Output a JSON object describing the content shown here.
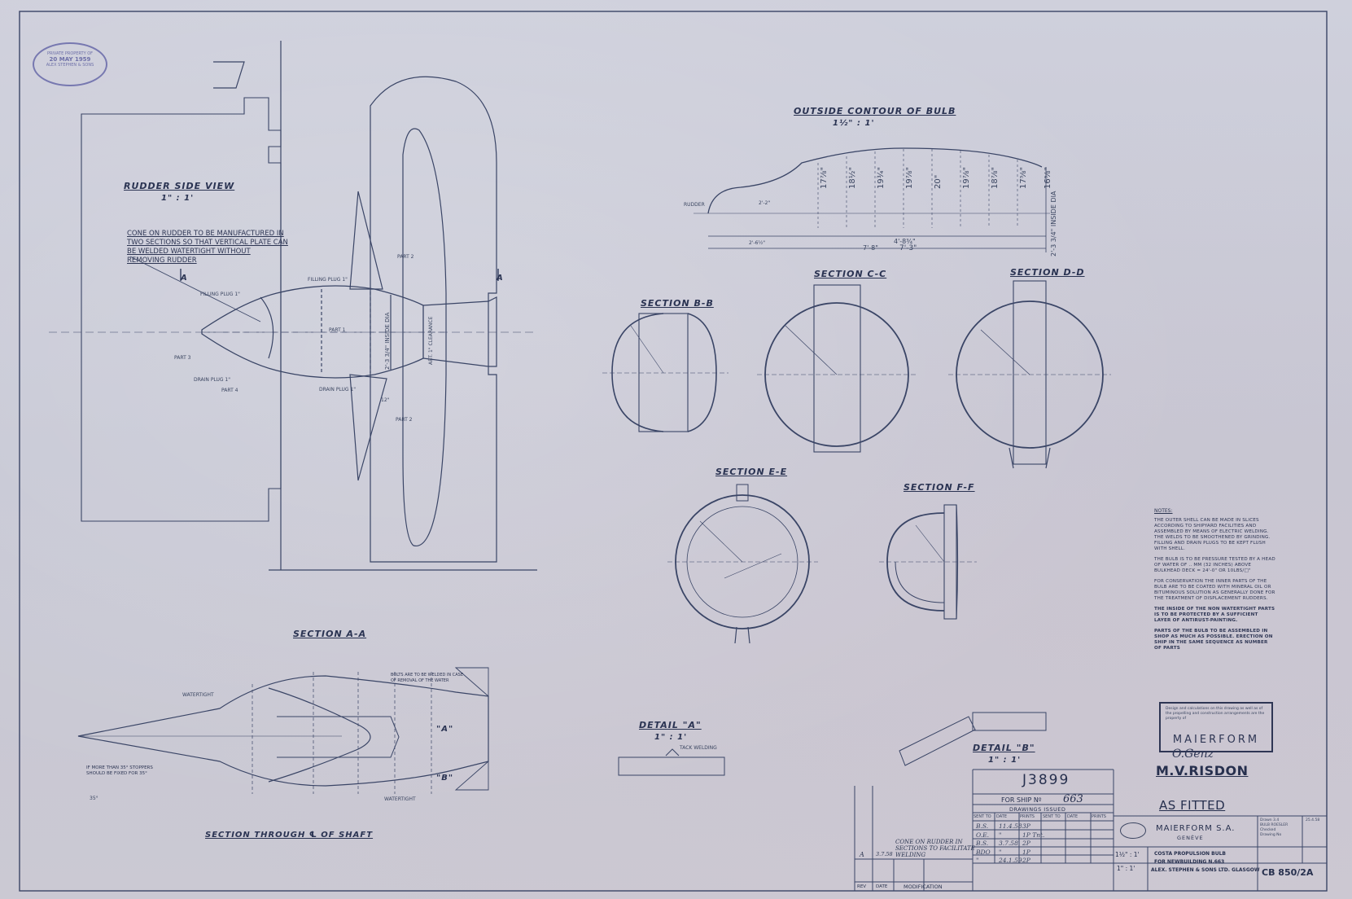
{
  "stamp": {
    "line1": "PRIVATE PROPERTY OF",
    "date": "20 MAY 1959",
    "line3": "ALEX STEPHEN & SONS"
  },
  "rudder_side_view": {
    "title": "RUDDER SIDE VIEW",
    "scale": "1\" : 1'",
    "note": "CONE ON RUDDER TO BE MANUFACTURED IN\nTWO SECTIONS SO THAT VERTICAL PLATE CAN\nBE WELDED WATERTIGHT WITHOUT\nREMOVING RUDDER",
    "markA1": "A",
    "markA2": "A",
    "part1": "PART 1",
    "part2": "PART 2",
    "part3": "PART 3",
    "part4": "PART 4",
    "part2b": "PART 2",
    "filling_plug": "FILLING PLUG 1\"",
    "drain_plug": "DRAIN PLUG 1\"",
    "filling_plug2": "FILLING PLUG 1\"",
    "drain_plug2": "DRAIN PLUG 1\"",
    "dia_label": "2'-3 3/4\" INSIDE DIA",
    "shaft_label": "ABT. 1\" CLEARANCE",
    "dim_12": "12\""
  },
  "outside_contour": {
    "title": "OUTSIDE CONTOUR OF BULB",
    "scale": "1½\" : 1'",
    "rudder": "RUDDER",
    "dims": [
      "17⅞\"",
      "18½\"",
      "19¾\"",
      "19⅞\"",
      "20\"",
      "19⅞\"",
      "18⅞\"",
      "17⅝\"",
      "16⅝\""
    ],
    "total1": "7'-8\"",
    "total2": "7'-3\"",
    "sub": "4'-8¾\"",
    "inside_dia": "2'-3 3/4\" INSIDE DIA",
    "side1": "2'-2\"",
    "side2": "2'-6½\""
  },
  "sections": {
    "bb": {
      "title": "SECTION B-B"
    },
    "cc": {
      "title": "SECTION C-C"
    },
    "dd": {
      "title": "SECTION D-D"
    },
    "ee": {
      "title": "SECTION E-E"
    },
    "ff": {
      "title": "SECTION F-F"
    },
    "aa": {
      "title": "SECTION A-A"
    }
  },
  "section_shaft": {
    "title": "SECTION THROUGH ℄ OF SHAFT",
    "watertight": "WATERTIGHT",
    "watertight2": "WATERTIGHT",
    "stopper": "IF MORE THAN 35° STOPPERS\nSHOULD BE FIXED FOR 35°",
    "angle": "35°",
    "mark_a": "\"A\"",
    "mark_b": "\"B\"",
    "note_bolts": "BOLTS ARE TO BE WELDED IN CASE\nOF REMOVAL OF THE WATER"
  },
  "detail_a": {
    "title": "DETAIL \"A\"",
    "scale": "1\" : 1'",
    "note": "TACK WELDING"
  },
  "detail_b": {
    "title": "DETAIL \"B\"",
    "scale": "1\" : 1'"
  },
  "notes": {
    "title": "NOTES:",
    "items": [
      "THE OUTER SHELL CAN BE MADE IN SLICES ACCORDING TO SHIPYARD FACILITIES AND ASSEMBLED BY MEANS OF ELECTRIC WELDING. THE WELDS TO BE SMOOTHENED BY GRINDING. FILLING AND DRAIN PLUGS TO BE KEPT FLUSH WITH SHELL.",
      "THE BULB IS TO BE PRESSURE TESTED BY A HEAD OF WATER OF .. mm (32 inches) ABOVE BULKHEAD DECK = 24'-0\" OR 10LBS/□\"",
      "FOR CONSERVATION THE INNER PARTS OF THE BULB ARE TO BE COATED WITH MINERAL OIL OR BITUMINOUS SOLUTION AS GENERALLY DONE FOR THE TREATMENT OF DISPLACEMENT RUDDERS.",
      "THE INSIDE OF THE NON WATERTIGHT PARTS IS TO BE PROTECTED BY A SUFFICIENT LAYER OF ANTIRUST-PAINTING.",
      "PARTS OF THE BULB TO BE ASSEMBLED IN SHOP AS MUCH AS POSSIBLE. ERECTION ON SHIP IN THE SAME SEQUENCE AS NUMBER OF PARTS"
    ]
  },
  "maierform_box": {
    "fine": "Design and calculations on this drawing as well as of the propelling and construction arrangements are the property of",
    "brand": "MAIERFORM"
  },
  "signature": "O.Genz",
  "ship_name": "M.V.RISDON",
  "as_fitted": "AS FITTED",
  "title_block": {
    "job": "J3899",
    "for_ship_label": "FOR SHIP Nº",
    "for_ship_no": "663",
    "drawings_issued": "DRAWINGS ISSUED",
    "cols": [
      "SENT TO",
      "DATE",
      "PRINTS",
      "SENT TO",
      "DATE",
      "PRINTS"
    ],
    "rows": [
      [
        "B.S.",
        "11.4.58",
        "3P"
      ],
      [
        "O.E.",
        "\"",
        "1P Tnt."
      ],
      [
        "B.S.",
        "3.7.58",
        "2P"
      ],
      [
        "BDO",
        "\"",
        "1P"
      ],
      [
        "\"",
        "24.1.59",
        "2P"
      ]
    ],
    "rev_row": {
      "rev": "A",
      "date": "3.7.58",
      "mod": "CONE ON RUDDER IN\nSECTIONS TO FACILITATE\nWELDING"
    },
    "headers": {
      "rev": "REV",
      "date": "DATE",
      "mod": "MODIFICATION"
    },
    "company": "MAIERFORM S.A.",
    "city": "GENÈVE",
    "scale1": "1½\" : 1'",
    "scale2": "1\" : 1'",
    "desc1": "COSTA PROPULSION BULB",
    "desc2": "FOR NEWBUILDING N.663",
    "desc3": "ALEX. STEPHEN & SONS LTD. GLASGOW",
    "drawing_no": "CB 850/2A",
    "small": [
      "3.4",
      "25.4.58",
      "Drawn",
      "BULB ROESLER",
      "Checked",
      "Drawing No"
    ]
  }
}
